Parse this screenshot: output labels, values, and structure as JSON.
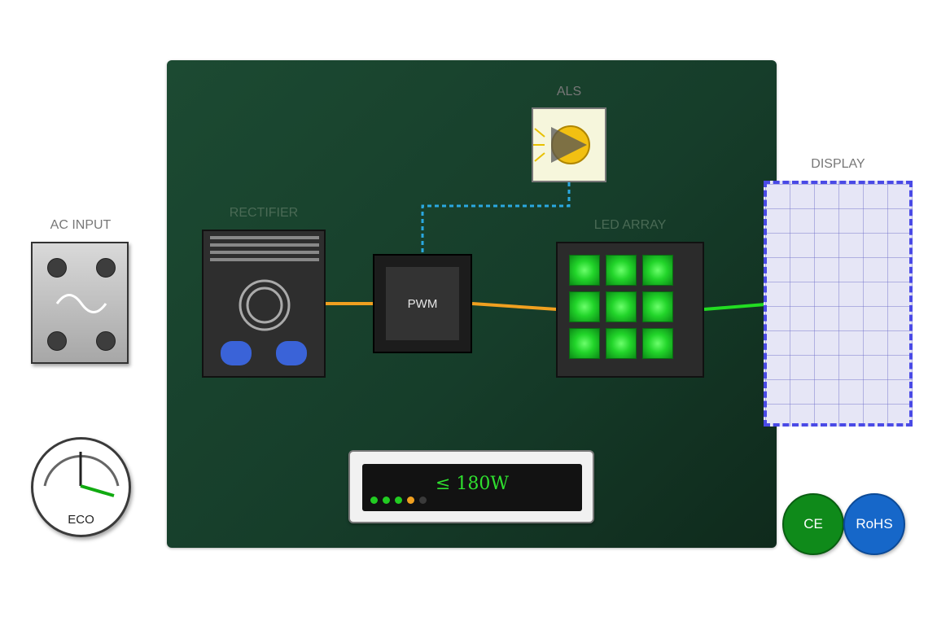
{
  "labels": {
    "ac_input": "AC INPUT",
    "rectifier": "RECTIFIER",
    "als": "ALS",
    "led_array": "LED ARRAY",
    "display": "DISPLAY",
    "pwm": "PWM",
    "eco": "ECO"
  },
  "power_meter": {
    "readout": "≤ 180W",
    "indicator_colors": [
      "#22cc22",
      "#22cc22",
      "#22cc22",
      "#f0a020",
      "#3a3a3a"
    ]
  },
  "badges": {
    "ce": "CE",
    "rohs": "RoHS"
  },
  "colors": {
    "board": "#1a4630",
    "power_wire": "#f0a020",
    "signal_wire": "#2aa8e0",
    "output_wire": "#22dd22",
    "display_border": "#4a4ae6",
    "led": "#22d52a",
    "button": "#3a63d8"
  }
}
